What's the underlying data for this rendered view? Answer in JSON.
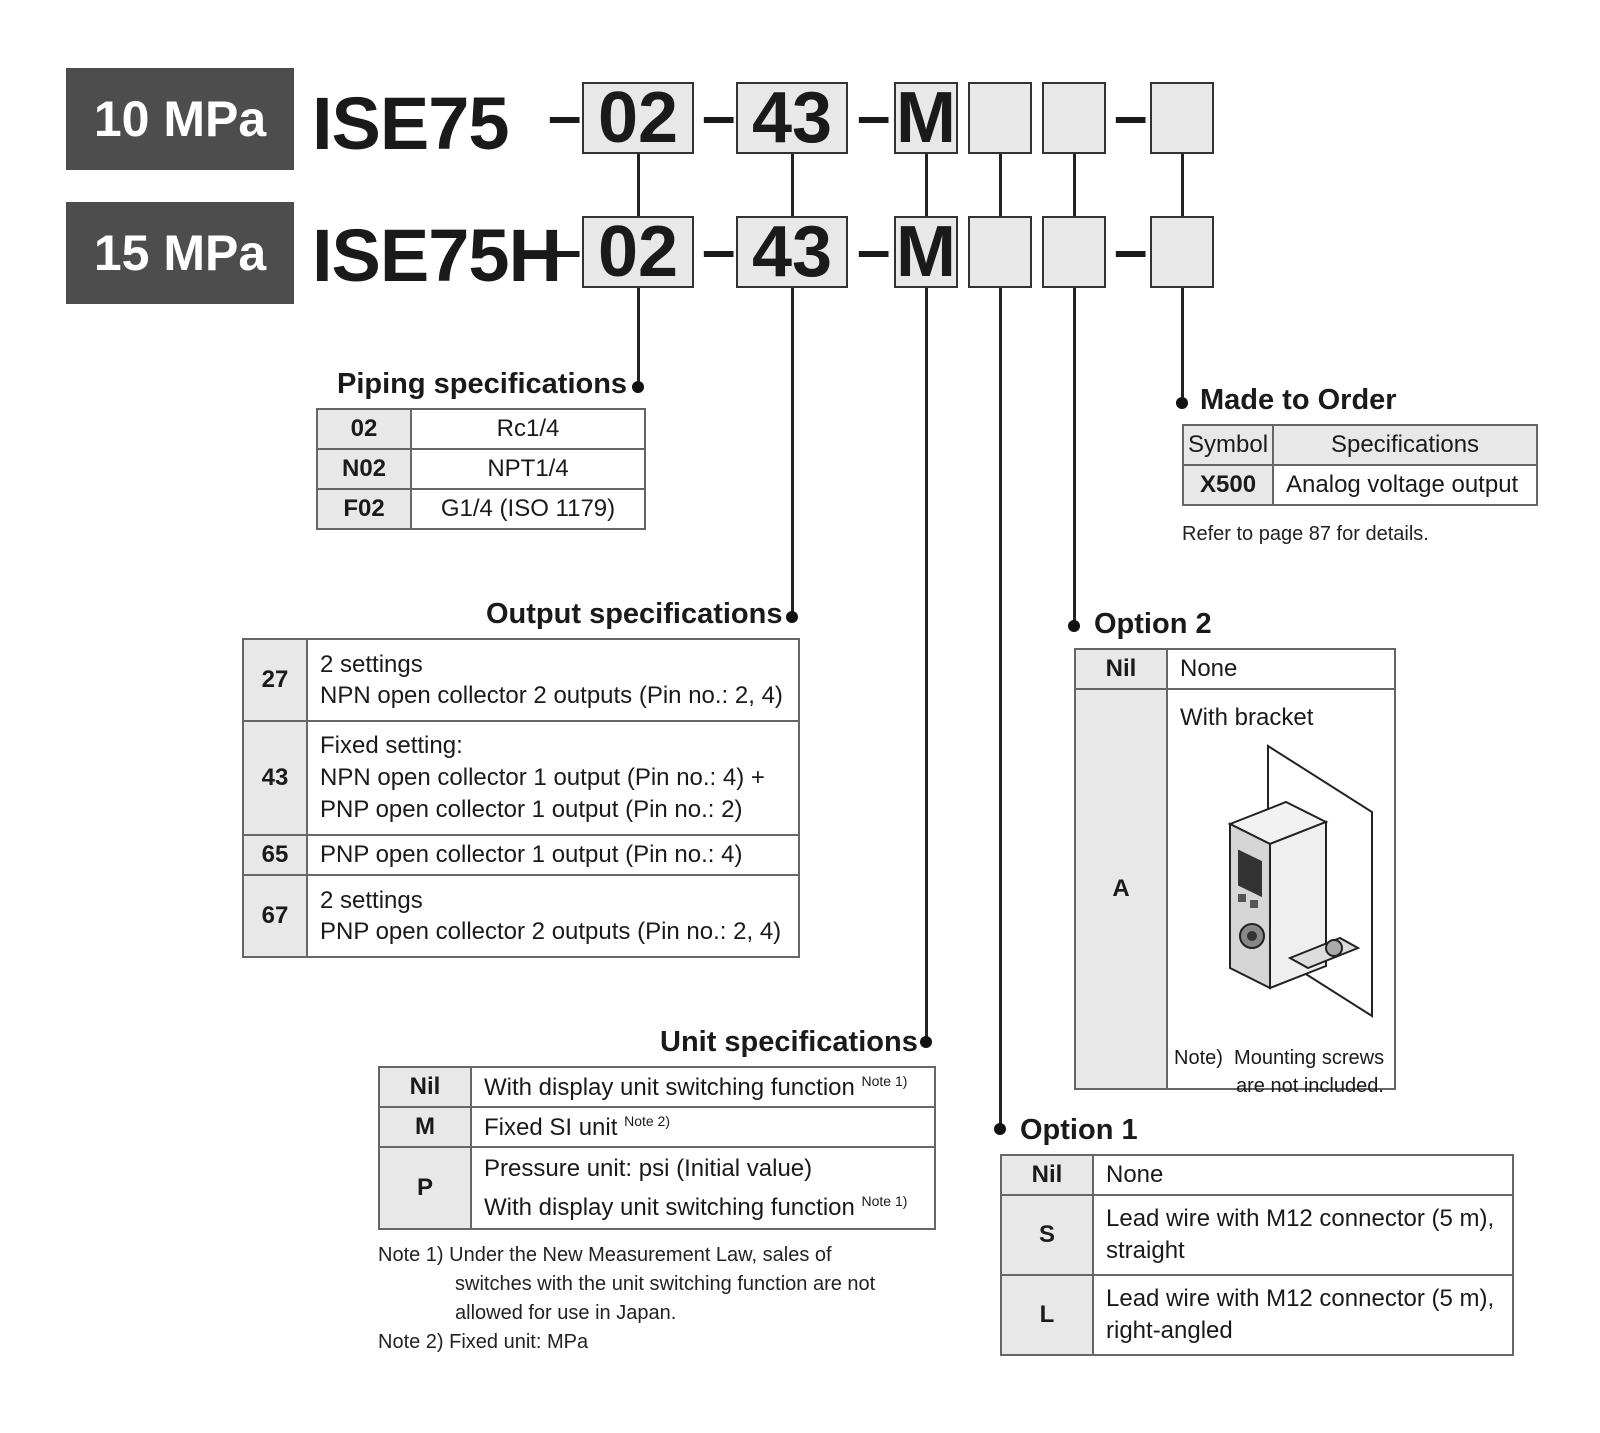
{
  "rows": [
    {
      "pressure": "10 MPa",
      "model": "ISE75",
      "codes": [
        "02",
        "43",
        "M",
        "",
        "",
        ""
      ]
    },
    {
      "pressure": "15 MPa",
      "model": "ISE75H",
      "codes": [
        "02",
        "43",
        "M",
        "",
        "",
        ""
      ]
    }
  ],
  "piping": {
    "title": "Piping specifications",
    "rows": [
      {
        "code": "02",
        "desc": "Rc1/4"
      },
      {
        "code": "N02",
        "desc": "NPT1/4"
      },
      {
        "code": "F02",
        "desc": "G1/4 (ISO 1179)"
      }
    ]
  },
  "output": {
    "title": "Output specifications",
    "rows": [
      {
        "code": "27",
        "lines": [
          "2 settings",
          "NPN open collector 2 outputs (Pin no.: 2, 4)"
        ]
      },
      {
        "code": "43",
        "lines": [
          "Fixed setting:",
          "NPN open collector 1 output (Pin no.: 4) +",
          "PNP open collector 1 output (Pin no.: 2)"
        ]
      },
      {
        "code": "65",
        "lines": [
          "PNP open collector 1 output (Pin no.: 4)"
        ]
      },
      {
        "code": "67",
        "lines": [
          "2 settings",
          "PNP open collector 2 outputs (Pin no.: 2, 4)"
        ]
      }
    ]
  },
  "unit": {
    "title": "Unit specifications",
    "rows": [
      {
        "code": "Nil",
        "line1": "With display unit switching function",
        "sup1": "Note 1)"
      },
      {
        "code": "M",
        "line1": "Fixed SI unit",
        "sup1": "Note 2)"
      },
      {
        "code": "P",
        "line1": "Pressure unit: psi (Initial value)",
        "line2": "With display unit switching function",
        "sup2": "Note 1)"
      }
    ],
    "notes": [
      "Note 1) Under the New Measurement Law, sales of",
      "switches with the unit switching function are not",
      "allowed for use in Japan.",
      "Note 2) Fixed unit: MPa"
    ]
  },
  "made_to_order": {
    "title": "Made to Order",
    "header": {
      "symbol": "Symbol",
      "spec": "Specifications"
    },
    "rows": [
      {
        "code": "X500",
        "desc": "Analog voltage output"
      }
    ],
    "note": "Refer to page 87 for details."
  },
  "option2": {
    "title": "Option 2",
    "rows": [
      {
        "code": "Nil",
        "desc": "None"
      },
      {
        "code": "A",
        "desc": "With bracket"
      }
    ],
    "note_label": "Note)",
    "note_line1": "Mounting screws",
    "note_line2": "are not included."
  },
  "option1": {
    "title": "Option 1",
    "rows": [
      {
        "code": "Nil",
        "line1": "None"
      },
      {
        "code": "S",
        "line1": "Lead wire with M12 connector (5 m),",
        "line2": "straight"
      },
      {
        "code": "L",
        "line1": "Lead wire with M12 connector (5 m),",
        "line2": "right-angled"
      }
    ]
  }
}
